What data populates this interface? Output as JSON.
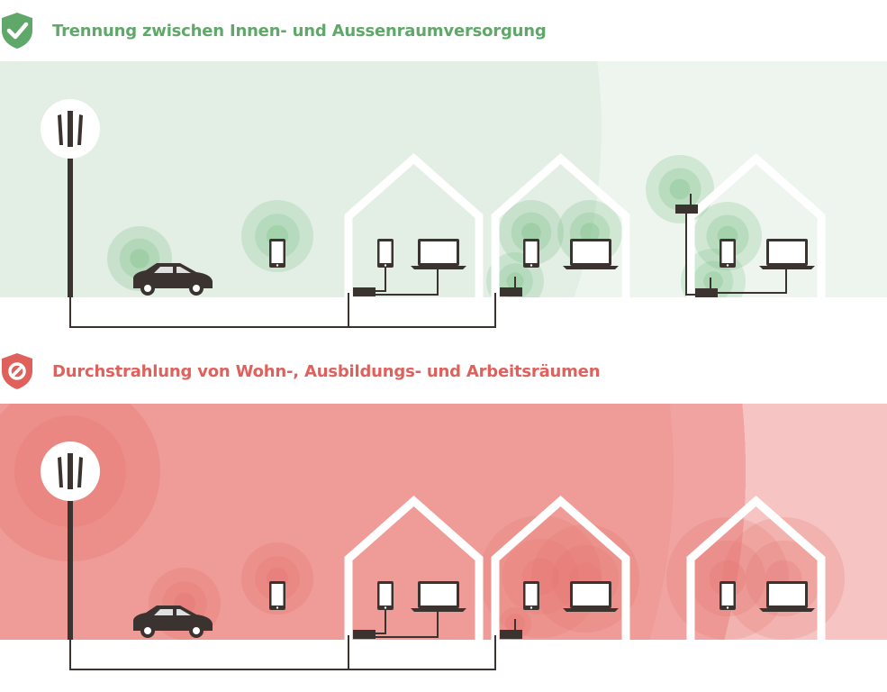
{
  "sections": [
    {
      "title": "Trennung zwischen Innen- und Aussenraumversorgung",
      "icon": "shield-check-icon",
      "accent": "#5fa86a",
      "bg": "#e3eee5",
      "bg_light": "#eef5ef",
      "wave": "#6bb776",
      "mode": "separated"
    },
    {
      "title": "Durchstrahlung von Wohn-, Ausbildungs- und Arbeitsräumen",
      "icon": "shield-forbidden-icon",
      "accent": "#e0605c",
      "bg": "#f0a3a0",
      "bg_light": "#f6c4c2",
      "wave": "#e5716d",
      "mode": "penetrating"
    }
  ],
  "colors": {
    "device": "#3b3330",
    "house": "#ffffff"
  }
}
